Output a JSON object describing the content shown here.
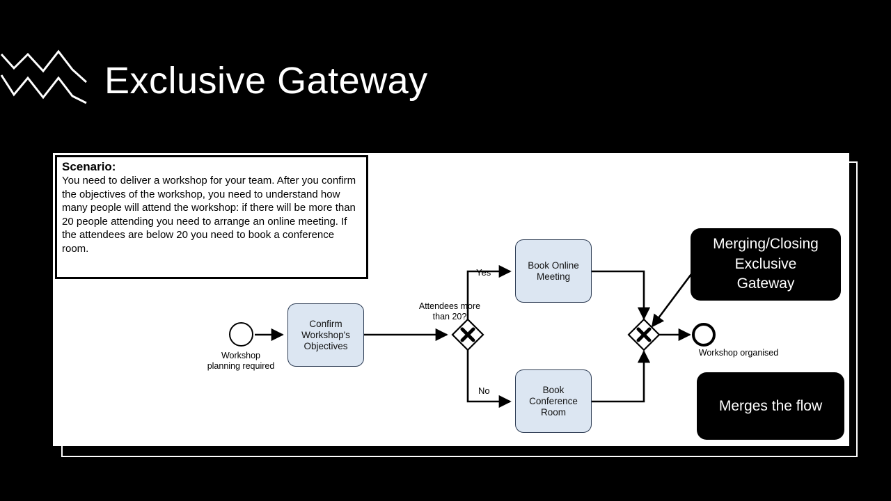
{
  "slide": {
    "title": "Exclusive Gateway",
    "background_color": "#000000",
    "text_color": "#ffffff",
    "logo_name": "zigzag-chevron-logo"
  },
  "scenario": {
    "heading": "Scenario:",
    "body": "You need to deliver a workshop for your team. After you confirm the objectives of the workshop, you need to understand how many people will attend the workshop: if there will be more than 20 people attending you need to arrange an online meeting. If the attendees are below 20 you need to book a conference room."
  },
  "diagram": {
    "type": "bpmn-process",
    "task_fill_color": "#dce6f2",
    "task_stroke_color": "#2b3a52",
    "start_event": {
      "label": "Workshop\nplanning required",
      "label_line1": "Workshop",
      "label_line2": "planning required"
    },
    "end_event": {
      "label": "Workshop organised"
    },
    "tasks": [
      {
        "id": "confirm",
        "label_line1": "Confirm",
        "label_line2": "Workshop's",
        "label_line3": "Objectives"
      },
      {
        "id": "online",
        "label_line1": "Book Online",
        "label_line2": "Meeting"
      },
      {
        "id": "conference",
        "label_line1": "Book",
        "label_line2": "Conference",
        "label_line3": "Room"
      }
    ],
    "gateways": [
      {
        "id": "split",
        "marker": "X",
        "label_line1": "Attendees more",
        "label_line2": "than 20?"
      },
      {
        "id": "merge",
        "marker": "X",
        "label": ""
      }
    ],
    "flow_labels": {
      "yes": "Yes",
      "no": "No"
    }
  },
  "callouts": [
    {
      "id": "merging",
      "line1": "Merging/Closing",
      "line2": "Exclusive",
      "line3": "Gateway"
    },
    {
      "id": "merges",
      "line1": "Merges the flow"
    }
  ]
}
